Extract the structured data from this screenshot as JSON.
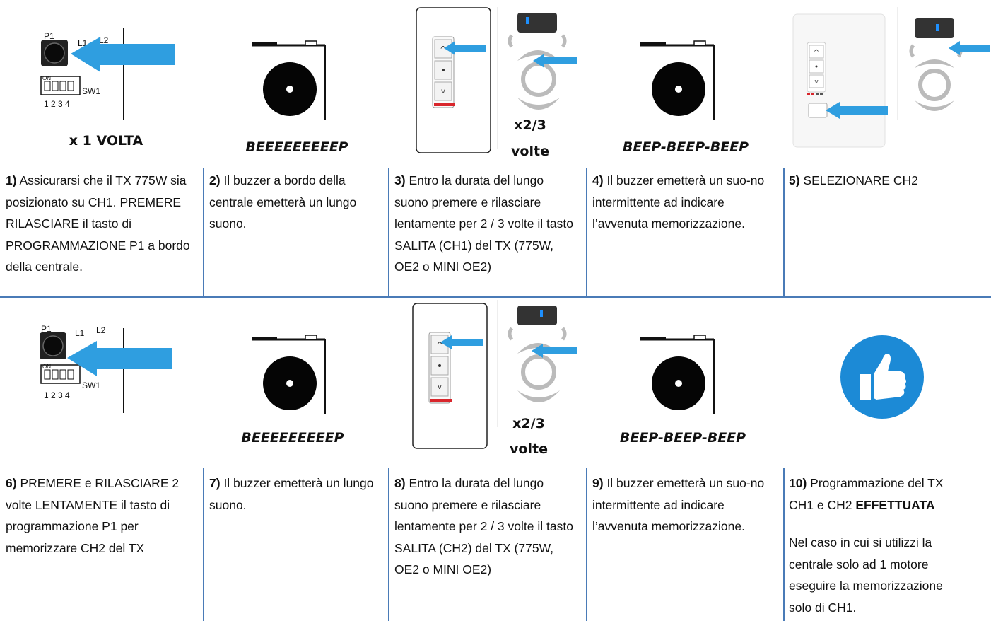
{
  "colors": {
    "arrow": "#2f9ee0",
    "divider": "#4a7bb7",
    "led_red": "#d9262c",
    "led_blue": "#1e90ff",
    "thumb_circle": "#1c8ad6"
  },
  "row1": {
    "captions": {
      "c1": "x 1 VOLTA",
      "c2": "BEEEEEEEEEP",
      "c3_line1": "x2/3",
      "c3_line2": "volte",
      "c4": "BEEP-BEEP-BEEP"
    },
    "board": {
      "p1": "P1",
      "l1": "L1",
      "l2": "L2",
      "sw": "SW1",
      "on": "ON",
      "nums": "1 2 3 4"
    },
    "steps": [
      {
        "num": "1)",
        "text": "Assicurarsi che il TX 775W sia posizionato su CH1. PREMERE RILASCIARE il tasto di PROGRAMMAZIONE P1 a bordo della centrale."
      },
      {
        "num": "2)",
        "text": "Il buzzer a bordo della centrale emetterà un lungo suono."
      },
      {
        "num": "3)",
        "text": "Entro la durata del lungo suono premere e rilasciare lentamente per 2 / 3 volte il tasto SALITA (CH1) del TX (775W, OE2 o MINI OE2)"
      },
      {
        "num": "4)",
        "text": "Il buzzer emetterà un suo-no intermittente ad indicare l’avvenuta memorizzazione."
      },
      {
        "num": "5)",
        "text": "SELEZIONARE CH2"
      }
    ]
  },
  "row2": {
    "captions": {
      "c2": "BEEEEEEEEEP",
      "c3_line1": "x2/3",
      "c3_line2": "volte",
      "c4": "BEEP-BEEP-BEEP"
    },
    "board": {
      "p1": "P1",
      "l1": "L1",
      "l2": "L2",
      "sw": "SW1",
      "on": "ON",
      "nums": "1 2 3 4"
    },
    "steps": [
      {
        "num": "6)",
        "text": "PREMERE e RILASCIARE 2 volte LENTAMENTE il tasto di programmazione P1 per memorizzare CH2 del TX"
      },
      {
        "num": "7)",
        "text": "Il buzzer emetterà un lungo suono."
      },
      {
        "num": "8)",
        "text": "Entro la durata del lungo suono premere e rilasciare lentamente per 2 / 3 volte il tasto SALITA (CH2) del TX (775W, OE2 o MINI OE2)"
      },
      {
        "num": "9)",
        "text": "Il buzzer emetterà un suo-no intermittente ad indicare l’avvenuta memorizzazione."
      },
      {
        "num": "10)",
        "text": "Programmazione del TX CH1 e CH2",
        "bold": "EFFETTUATA",
        "note": "Nel caso in cui si utilizzi la centrale solo ad 1 motore eseguire la memorizzazione solo di CH1."
      }
    ]
  }
}
